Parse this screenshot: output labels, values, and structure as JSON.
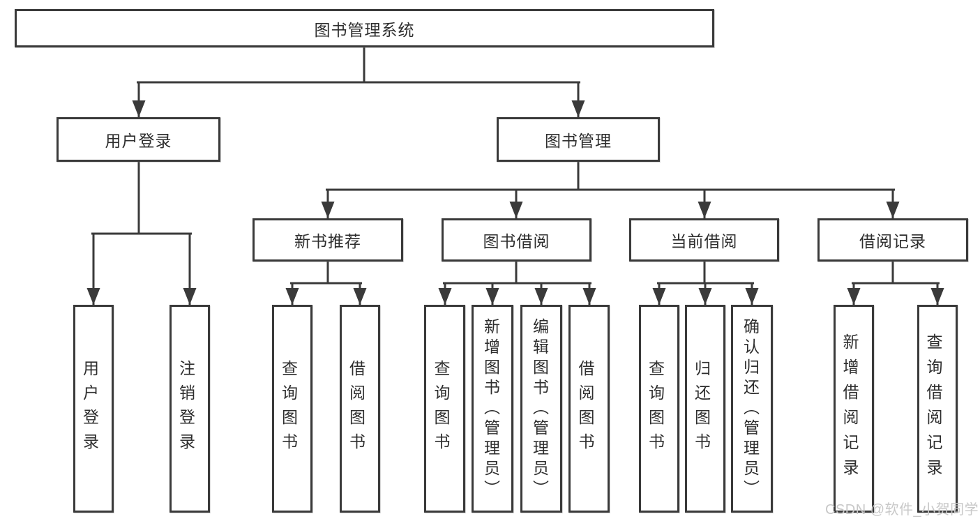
{
  "diagram": {
    "root": {
      "label": "图书管理系统"
    },
    "level2": [
      {
        "label": "用户登录"
      },
      {
        "label": "图书管理"
      }
    ],
    "level3": [
      {
        "label": "新书推荐"
      },
      {
        "label": "图书借阅"
      },
      {
        "label": "当前借阅"
      },
      {
        "label": "借阅记录"
      }
    ],
    "leaves": [
      {
        "label": "用户登录"
      },
      {
        "label": "注销登录"
      },
      {
        "label": "查询图书"
      },
      {
        "label": "借阅图书"
      },
      {
        "label": "查询图书"
      },
      {
        "label": "新增图书（管理员）"
      },
      {
        "label": "编辑图书（管理员）"
      },
      {
        "label": "借阅图书"
      },
      {
        "label": "查询图书"
      },
      {
        "label": "归还图书"
      },
      {
        "label": "确认归还（管理员）"
      },
      {
        "label": "新增借阅记录"
      },
      {
        "label": "查询借阅记录"
      }
    ]
  },
  "watermark": {
    "text": "CSDN @软件_小贺同学"
  },
  "colors": {
    "line": "#3a3a3a",
    "text": "#2e2e2e",
    "background": "#ffffff",
    "watermark": "#c8c8c8"
  }
}
